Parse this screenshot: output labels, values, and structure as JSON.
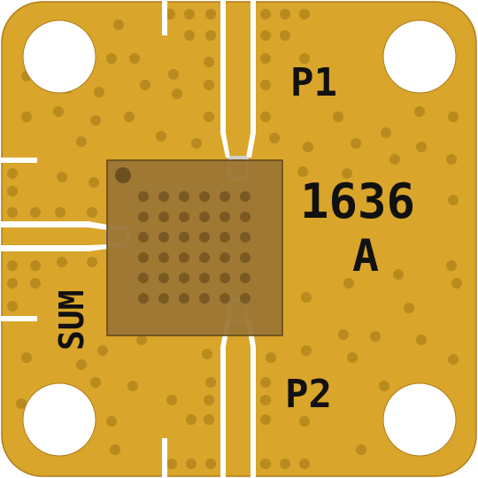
{
  "board": {
    "colors": {
      "background": "#ffffff",
      "copper": "#d9a52a",
      "copper_edge": "#b07d18",
      "via": "#b98a1e",
      "gap": "#ffffff",
      "package": "#9a7534",
      "package_edge": "#5a4420",
      "package_ball": "#7a5a22",
      "pin1_dot": "#6b4f1f",
      "pad_outline": "#cfcfcf",
      "silkscreen": "#111111"
    },
    "labels": {
      "port1": "P1",
      "port2": "P2",
      "sum": "SUM",
      "part_number": "1636",
      "revision": "A"
    },
    "icons": {
      "mounting_hole": "circle",
      "package_marker": "pin1-dot"
    }
  }
}
